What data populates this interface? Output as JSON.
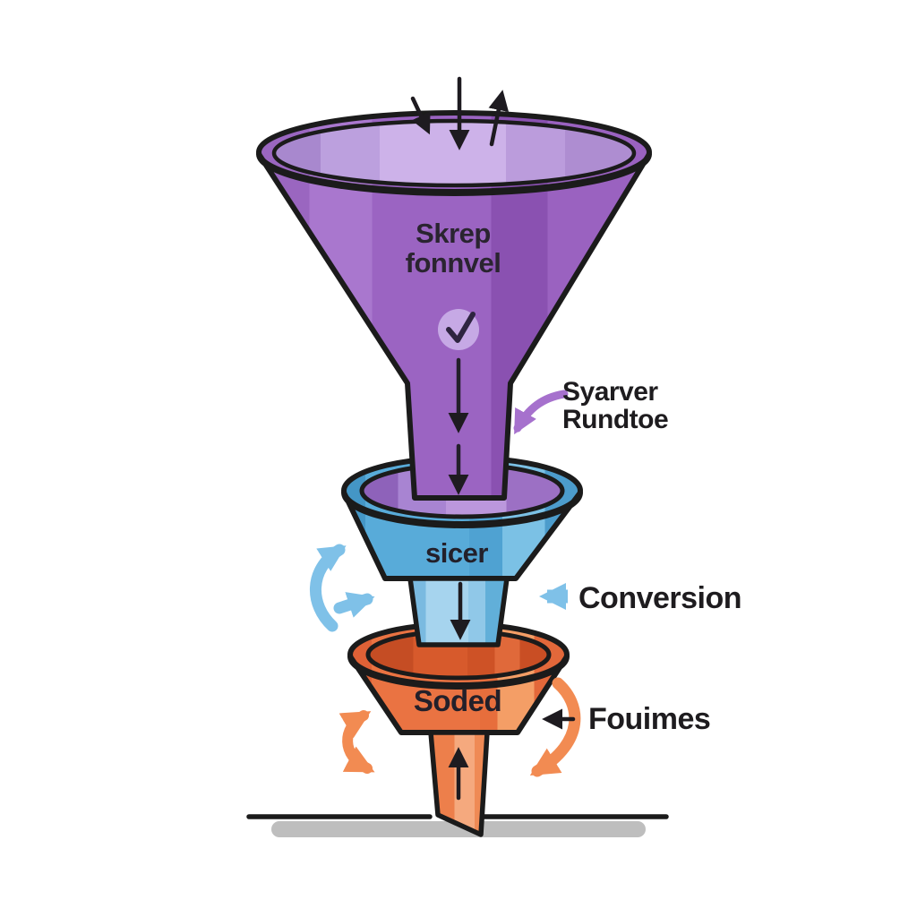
{
  "funnel": {
    "stage_top": {
      "label_line1": "Skrep",
      "label_line2": "fonnvel",
      "color": "#9B64C2"
    },
    "stage_mid": {
      "label": "sicer",
      "color": "#57AAD8"
    },
    "stage_bottom": {
      "label": "Soded",
      "color": "#EA7342"
    }
  },
  "annotations": {
    "right_top": {
      "line1": "Syarver",
      "line2": "Rundtoe",
      "arrow_color": "#A671CD"
    },
    "right_mid": {
      "label": "Conversion",
      "arrow_color": "#7FC1E8"
    },
    "right_bottom": {
      "label": "Fouimes",
      "arrow_color": "#F28B52"
    }
  },
  "icons": {
    "inflow": "down-arrows",
    "funnel_top": "check-circle",
    "flow": "down-arrow",
    "outflow": "up-arrow",
    "recycle_left_mid": "curved-arrows-blue",
    "recycle_left_bottom": "curved-arrow-orange",
    "recycle_right_bottom": "curved-arrow-orange"
  },
  "colors": {
    "background": "#FFFFFF",
    "ink": "#1E1B20",
    "purple": "#9B64C2",
    "purple_light": "#CDB2E9",
    "purple_neck_circle": "#C6A9E5",
    "blue": "#57AAD8",
    "blue_light": "#A6D4EE",
    "orange": "#EA7342",
    "orange_dark": "#CE5226",
    "arrow_purple": "#A671CD",
    "arrow_blue": "#7FC1E8",
    "arrow_orange": "#F28B52",
    "ground_shadow": "#BEBEBE"
  }
}
